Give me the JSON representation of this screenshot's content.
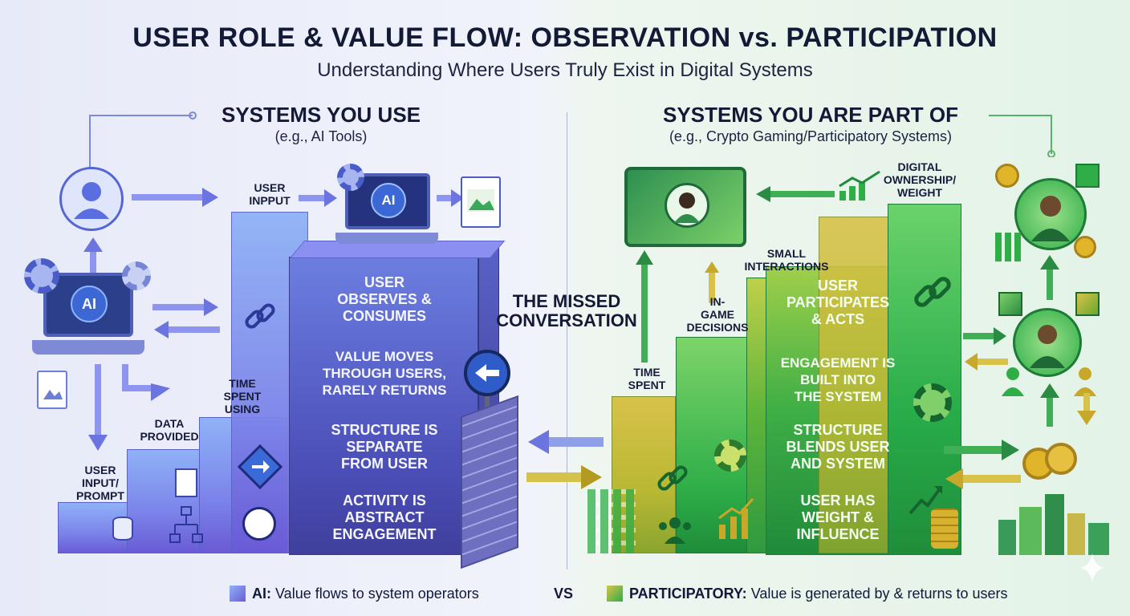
{
  "header": {
    "title": "USER ROLE & VALUE FLOW: OBSERVATION vs. PARTICIPATION",
    "subtitle": "Understanding Where Users Truly Exist in Digital Systems"
  },
  "left": {
    "heading": "SYSTEMS YOU USE",
    "subheading": "(e.g., AI Tools)",
    "labels": {
      "user_input_top": "USER\nINPPUT",
      "time_spent": "TIME\nSPENT\nUSING",
      "data_provided": "DATA\nPROVIDED",
      "user_input_prompt": "USER\nINPUT/\nPROMPT"
    },
    "ai_badge": "AI",
    "panel_lines": [
      "USER\nOBSERVES &\nCONSUMES",
      "VALUE MOVES\nTHROUGH USERS,\nRARELY RETURNS",
      "STRUCTURE IS\nSEPARATE\nFROM USER",
      "ACTIVITY IS\nABSTRACT\nENGAGEMENT"
    ]
  },
  "center": {
    "missed": "THE MISSED\nCONVERSATION"
  },
  "right": {
    "heading": "SYSTEMS YOU ARE PART OF",
    "subheading": "(e.g., Crypto Gaming/Participatory Systems)",
    "labels": {
      "time_spent": "TIME\nSPENT",
      "in_game": "IN-\nGAME\nDECISIONS",
      "small_interactions": "SMALL\nINTERACTIONS",
      "digital_ownership": "DIGITAL\nOWNERSHIP/\nWEIGHT"
    },
    "panel_lines": [
      "USER\nPARTICIPATES\n& ACTS",
      "ENGAGEMENT IS\nBUILT INTO\nTHE SYSTEM",
      "STRUCTURE\nBLENDS USER\nAND SYSTEM",
      "USER HAS\nWEIGHT &\nINFLUENCE"
    ]
  },
  "legend": {
    "ai_key": "AI:",
    "ai_text": "Value flows to system operators",
    "vs": "VS",
    "p_key": "PARTICIPATORY:",
    "p_text": "Value is generated by & returns to users"
  },
  "colors": {
    "ai": "#6a5bd6",
    "participatory": "#2fae48",
    "gold": "#d8b12e"
  }
}
